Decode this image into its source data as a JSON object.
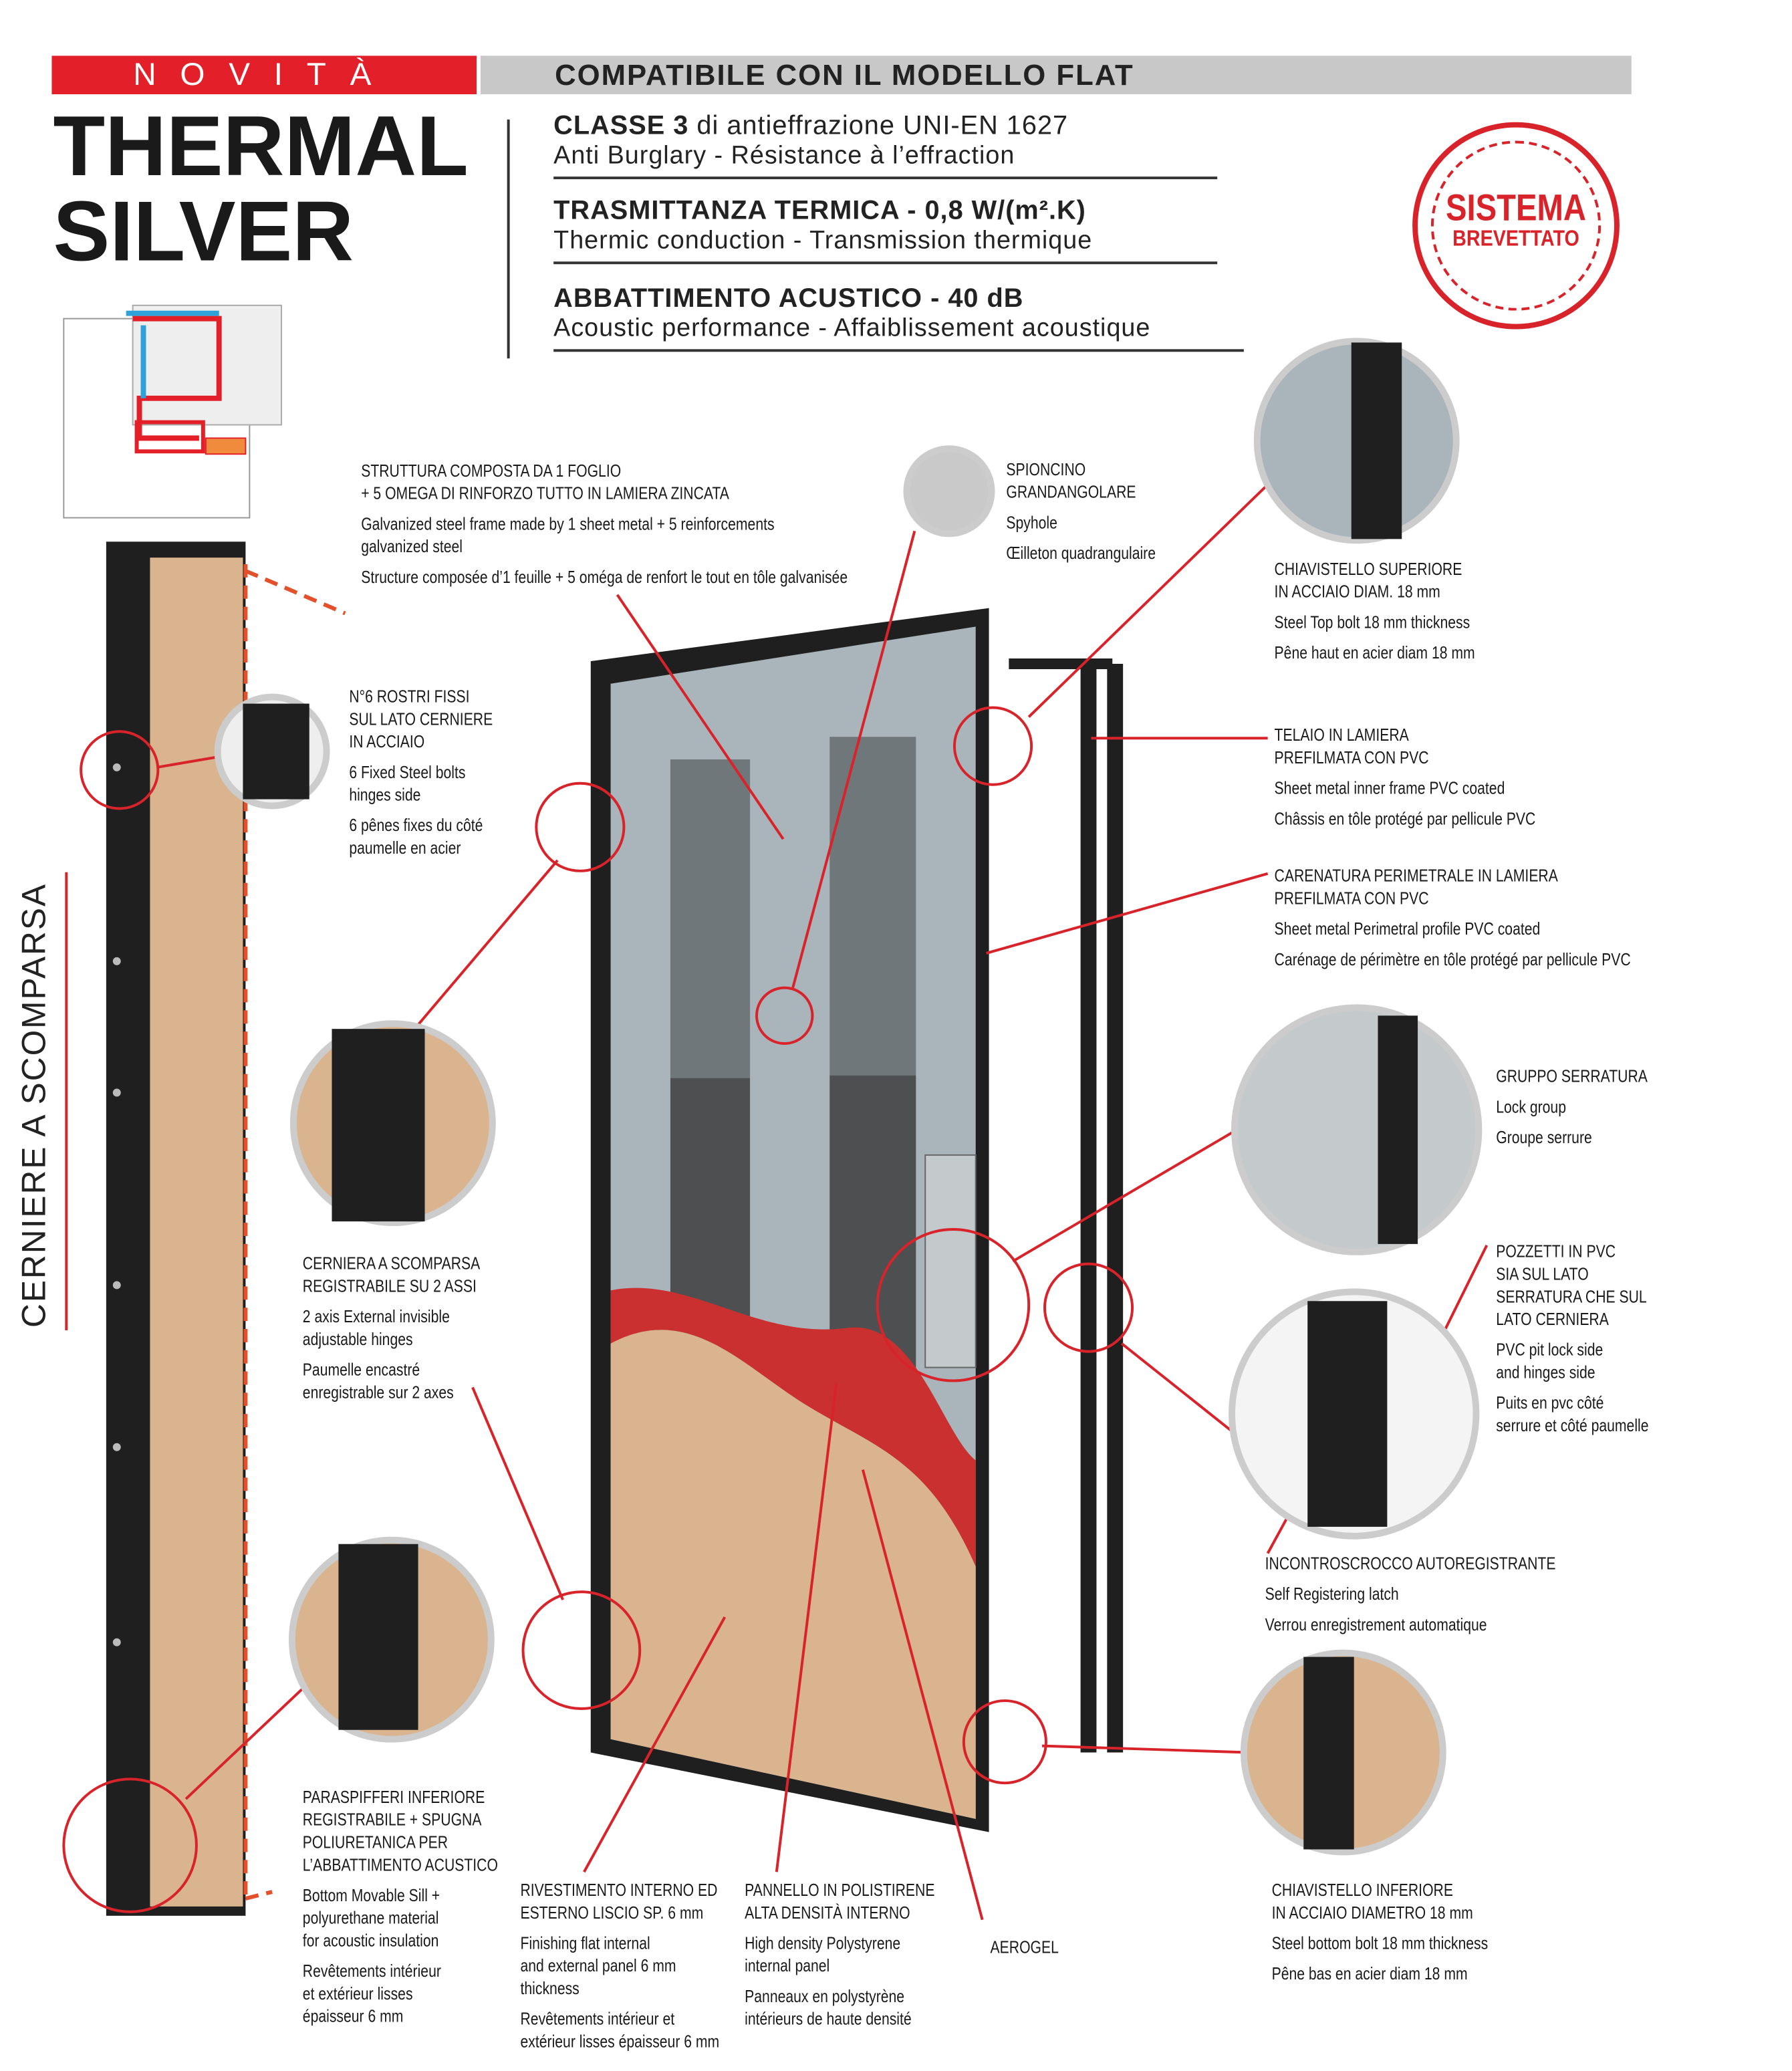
{
  "banner": {
    "new_label": "NOVITÀ",
    "compat": "COMPATIBILE CON  IL MODELLO FLAT"
  },
  "product": {
    "line1": "THERMAL",
    "line2": "SILVER"
  },
  "specs": [
    {
      "title": "CLASSE 3",
      "title_rest": " di antieffrazione UNI-EN 1627",
      "sub": "Anti Burglary - Résistance à l’effraction"
    },
    {
      "title": "TRASMITTANZA TERMICA - 0,8 W/(m².K)",
      "title_rest": "",
      "sub": "Thermic conduction - Transmission thermique"
    },
    {
      "title": "ABBATTIMENTO ACUSTICO - 40 dB",
      "title_rest": "",
      "sub": "Acoustic performance - Affaiblissement acoustique"
    }
  ],
  "stamp": {
    "line1": "SISTEMA",
    "line2": "BREVETTATO"
  },
  "side_label": "CERNIERE A SCOMPARSA",
  "colors": {
    "accent": "#d8232a",
    "wood": "#d9b48f",
    "steel": "#a9b4bb",
    "frame": "#1f1f1f",
    "red_panel": "#c9302f"
  },
  "callouts": {
    "struttura": {
      "it": [
        "STRUTTURA COMPOSTA DA 1 FOGLIO",
        "+ 5 OMEGA DI RINFORZO TUTTO IN LAMIERA ZINCATA"
      ],
      "en": [
        "Galvanized steel frame made by 1 sheet metal + 5 reinforcements",
        "galvanized steel"
      ],
      "fr": [
        "Structure composée d’1 feuille + 5 oméga de renfort le tout en tôle galvanisée"
      ]
    },
    "spioncino": {
      "it": [
        "SPIONCINO",
        "GRANDANGOLARE"
      ],
      "en": [
        "Spyhole"
      ],
      "fr": [
        "Œilleton quadrangulaire"
      ]
    },
    "chiavistello_sup": {
      "it": [
        "CHIAVISTELLO SUPERIORE",
        "IN ACCIAIO DIAM. 18 mm"
      ],
      "en": [
        "Steel Top bolt 18 mm thickness"
      ],
      "fr": [
        "Pêne haut en acier diam 18 mm"
      ]
    },
    "rostri": {
      "it": [
        "N°6 ROSTRI FISSI",
        "SUL LATO CERNIERE",
        "IN ACCIAIO"
      ],
      "en": [
        "6 Fixed Steel bolts",
        "hinges side"
      ],
      "fr": [
        "6 pênes fixes du côté",
        "paumelle en acier"
      ]
    },
    "telaio": {
      "it": [
        "TELAIO IN LAMIERA",
        "PREFILMATA CON PVC"
      ],
      "en": [
        "Sheet metal inner frame PVC coated"
      ],
      "fr": [
        "Châssis en tôle protégé par pellicule PVC"
      ]
    },
    "carenatura": {
      "it": [
        "CARENATURA PERIMETRALE IN LAMIERA",
        "PREFILMATA CON PVC"
      ],
      "en": [
        "Sheet metal Perimetral profile PVC coated"
      ],
      "fr": [
        "Carénage de périmètre en tôle protégé par pellicule PVC"
      ]
    },
    "serratura": {
      "it": [
        "GRUPPO SERRATURA"
      ],
      "en": [
        "Lock group"
      ],
      "fr": [
        "Groupe serrure"
      ]
    },
    "cerniera": {
      "it": [
        "CERNIERA A SCOMPARSA",
        "REGISTRABILE SU 2 ASSI"
      ],
      "en": [
        "2 axis External invisible",
        "adjustable hinges"
      ],
      "fr": [
        "Paumelle encastré",
        "enregistrable sur 2 axes"
      ]
    },
    "pozzetti": {
      "it": [
        "POZZETTI IN PVC",
        "SIA SUL LATO",
        "SERRATURA CHE SUL",
        "LATO CERNIERA"
      ],
      "en": [
        "PVC pit lock side",
        "and hinges side"
      ],
      "fr": [
        "Puits en pvc côté",
        "serrure et côté paumelle"
      ]
    },
    "incontro": {
      "it": [
        "INCONTROSCROCCO AUTOREGISTRANTE"
      ],
      "en": [
        "Self Registering latch"
      ],
      "fr": [
        "Verrou enregistrement automatique"
      ]
    },
    "paraspifferi": {
      "it": [
        "PARASPIFFERI INFERIORE",
        "REGISTRABILE + SPUGNA",
        "POLIURETANICA PER",
        "L’ABBATTIMENTO ACUSTICO"
      ],
      "en": [
        "Bottom Movable Sill +",
        "polyurethane material",
        "for acoustic insulation"
      ],
      "fr": [
        "Revêtements intérieur",
        "et extérieur lisses",
        "épaisseur 6 mm"
      ]
    },
    "rivestimento": {
      "it": [
        "RIVESTIMENTO INTERNO ED",
        "ESTERNO LISCIO SP. 6 mm"
      ],
      "en": [
        "Finishing flat internal",
        "and external panel 6 mm",
        "thickness"
      ],
      "fr": [
        "Revêtements intérieur et",
        "extérieur lisses épaisseur 6 mm"
      ]
    },
    "pannello": {
      "it": [
        "PANNELLO IN POLISTIRENE",
        "ALTA DENSITÀ INTERNO"
      ],
      "en": [
        "High density Polystyrene",
        "internal panel"
      ],
      "fr": [
        "Panneaux en polystyrène",
        "intérieurs de haute densité"
      ]
    },
    "aerogel": {
      "it": [
        "AEROGEL"
      ],
      "en": [],
      "fr": []
    },
    "chiavistello_inf": {
      "it": [
        "CHIAVISTELLO INFERIORE",
        "IN ACCIAIO DIAMETRO 18 mm"
      ],
      "en": [
        "Steel bottom bolt 18 mm thickness"
      ],
      "fr": [
        "Pêne bas en acier diam 18 mm"
      ]
    }
  }
}
